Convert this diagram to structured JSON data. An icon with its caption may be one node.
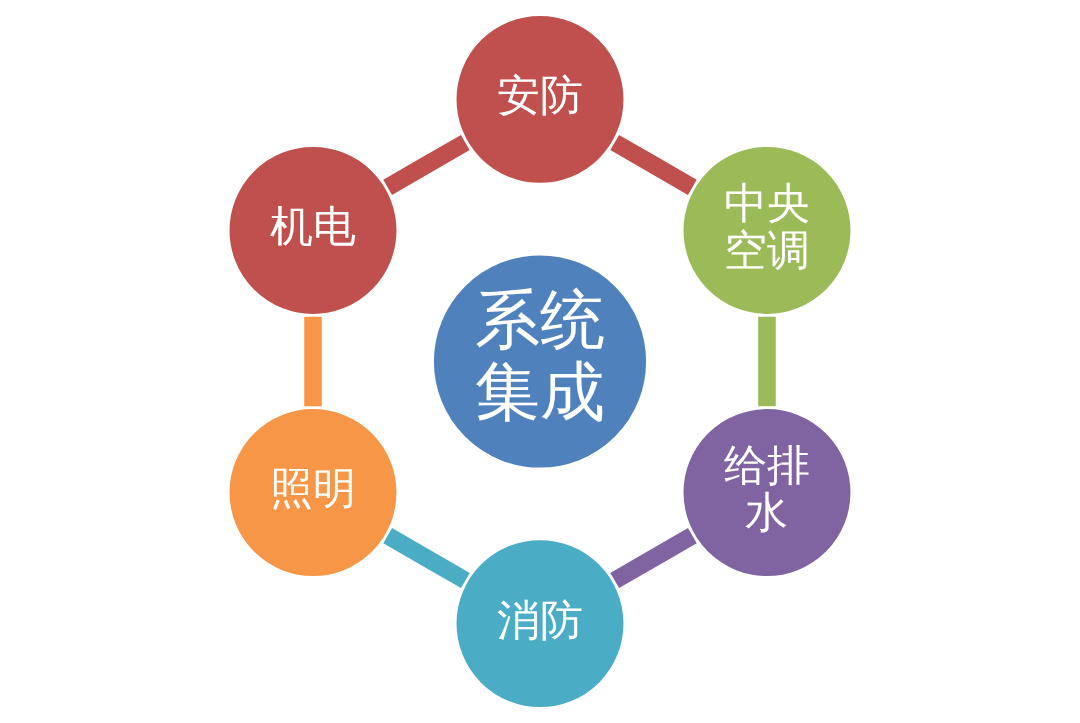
{
  "diagram": {
    "nodes": [
      {
        "text": [
          "系统集成"
        ]
      },
      {
        "text": [
          "安防"
        ]
      },
      {
        "text": [
          "中央空调"
        ]
      },
      {
        "text": [
          "给排水"
        ]
      },
      {
        "text": [
          "消防"
        ]
      },
      {
        "text": [
          "照明"
        ]
      },
      {
        "text": [
          "机电"
        ]
      }
    ],
    "edges": [
      {
        "from": 1,
        "to": 2,
        "arrow": "none",
        "color": "#c0504d"
      },
      {
        "from": 2,
        "to": 3,
        "arrow": "none",
        "color": "#9bbb59"
      },
      {
        "from": 3,
        "to": 4,
        "arrow": "none",
        "color": "#8064a2"
      },
      {
        "from": 4,
        "to": 5,
        "arrow": "none",
        "color": "#4bacc6"
      },
      {
        "from": 5,
        "to": 6,
        "arrow": "none",
        "color": "#f79646"
      },
      {
        "from": 6,
        "to": 1,
        "arrow": "none",
        "color": "#c0504d"
      }
    ]
  }
}
